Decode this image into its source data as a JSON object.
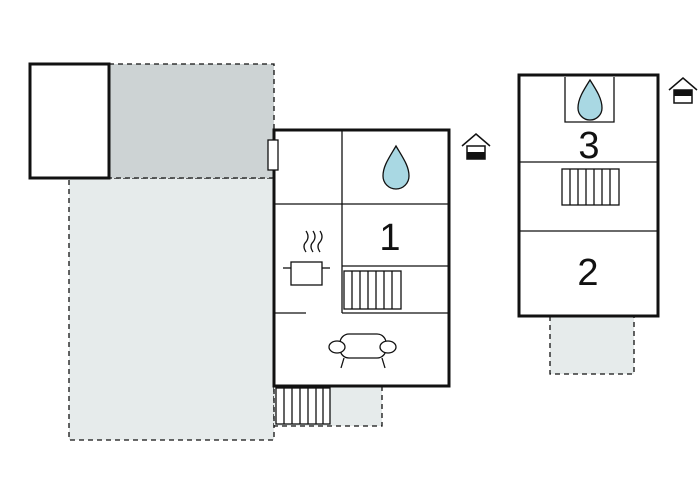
{
  "rooms": {
    "bedroom_1": "1",
    "bedroom_2": "2",
    "bedroom_3": "3"
  },
  "icons": {
    "water": "water-drop-icon",
    "stove": "cooking-pot-icon",
    "sofa": "sofa-icon",
    "bed": "bed-icon",
    "stairs": "stairs-icon",
    "house": "house-floor-icon"
  },
  "colors": {
    "wall": "#111111",
    "terrace_light": "#e6ebeb",
    "terrace_dark": "#cdd3d4",
    "water_drop": "#a9d8e3",
    "background": "#ffffff"
  }
}
